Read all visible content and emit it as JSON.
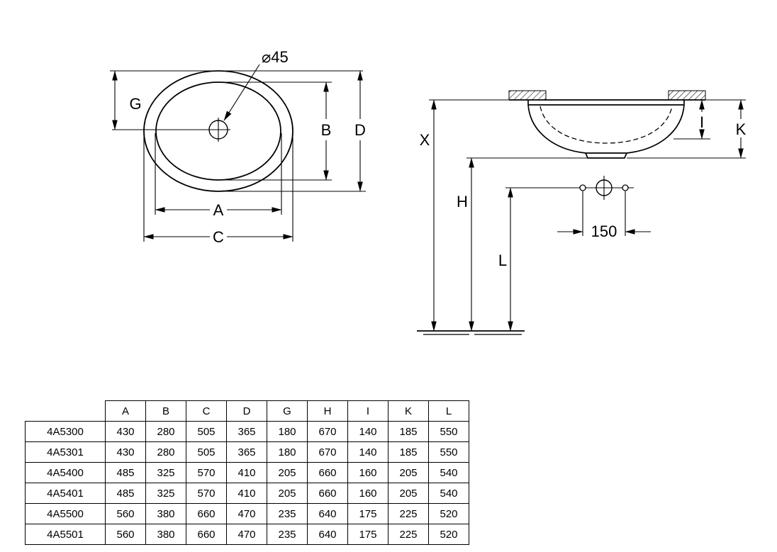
{
  "page": {
    "background": "#ffffff",
    "line_color": "#000000"
  },
  "top_view": {
    "description": "oval-basin-top-view",
    "drain_diameter_label": "⌀45",
    "dims": {
      "g": "G",
      "b": "B",
      "d": "D",
      "a": "A",
      "c": "C"
    }
  },
  "side_view": {
    "description": "basin-section-view",
    "dims": {
      "x": "X",
      "h": "H",
      "l": "L",
      "i": "I",
      "k": "K",
      "tap_spacing": "150"
    }
  },
  "table": {
    "columns": [
      "",
      "A",
      "B",
      "C",
      "D",
      "G",
      "H",
      "I",
      "K",
      "L"
    ],
    "rows": [
      {
        "model": "4A5300",
        "values": [
          "430",
          "280",
          "505",
          "365",
          "180",
          "670",
          "140",
          "185",
          "550"
        ]
      },
      {
        "model": "4A5301",
        "values": [
          "430",
          "280",
          "505",
          "365",
          "180",
          "670",
          "140",
          "185",
          "550"
        ]
      },
      {
        "model": "4A5400",
        "values": [
          "485",
          "325",
          "570",
          "410",
          "205",
          "660",
          "160",
          "205",
          "540"
        ]
      },
      {
        "model": "4A5401",
        "values": [
          "485",
          "325",
          "570",
          "410",
          "205",
          "660",
          "160",
          "205",
          "540"
        ]
      },
      {
        "model": "4A5500",
        "values": [
          "560",
          "380",
          "660",
          "470",
          "235",
          "640",
          "175",
          "225",
          "520"
        ]
      },
      {
        "model": "4A5501",
        "values": [
          "560",
          "380",
          "660",
          "470",
          "235",
          "640",
          "175",
          "225",
          "520"
        ]
      }
    ]
  }
}
